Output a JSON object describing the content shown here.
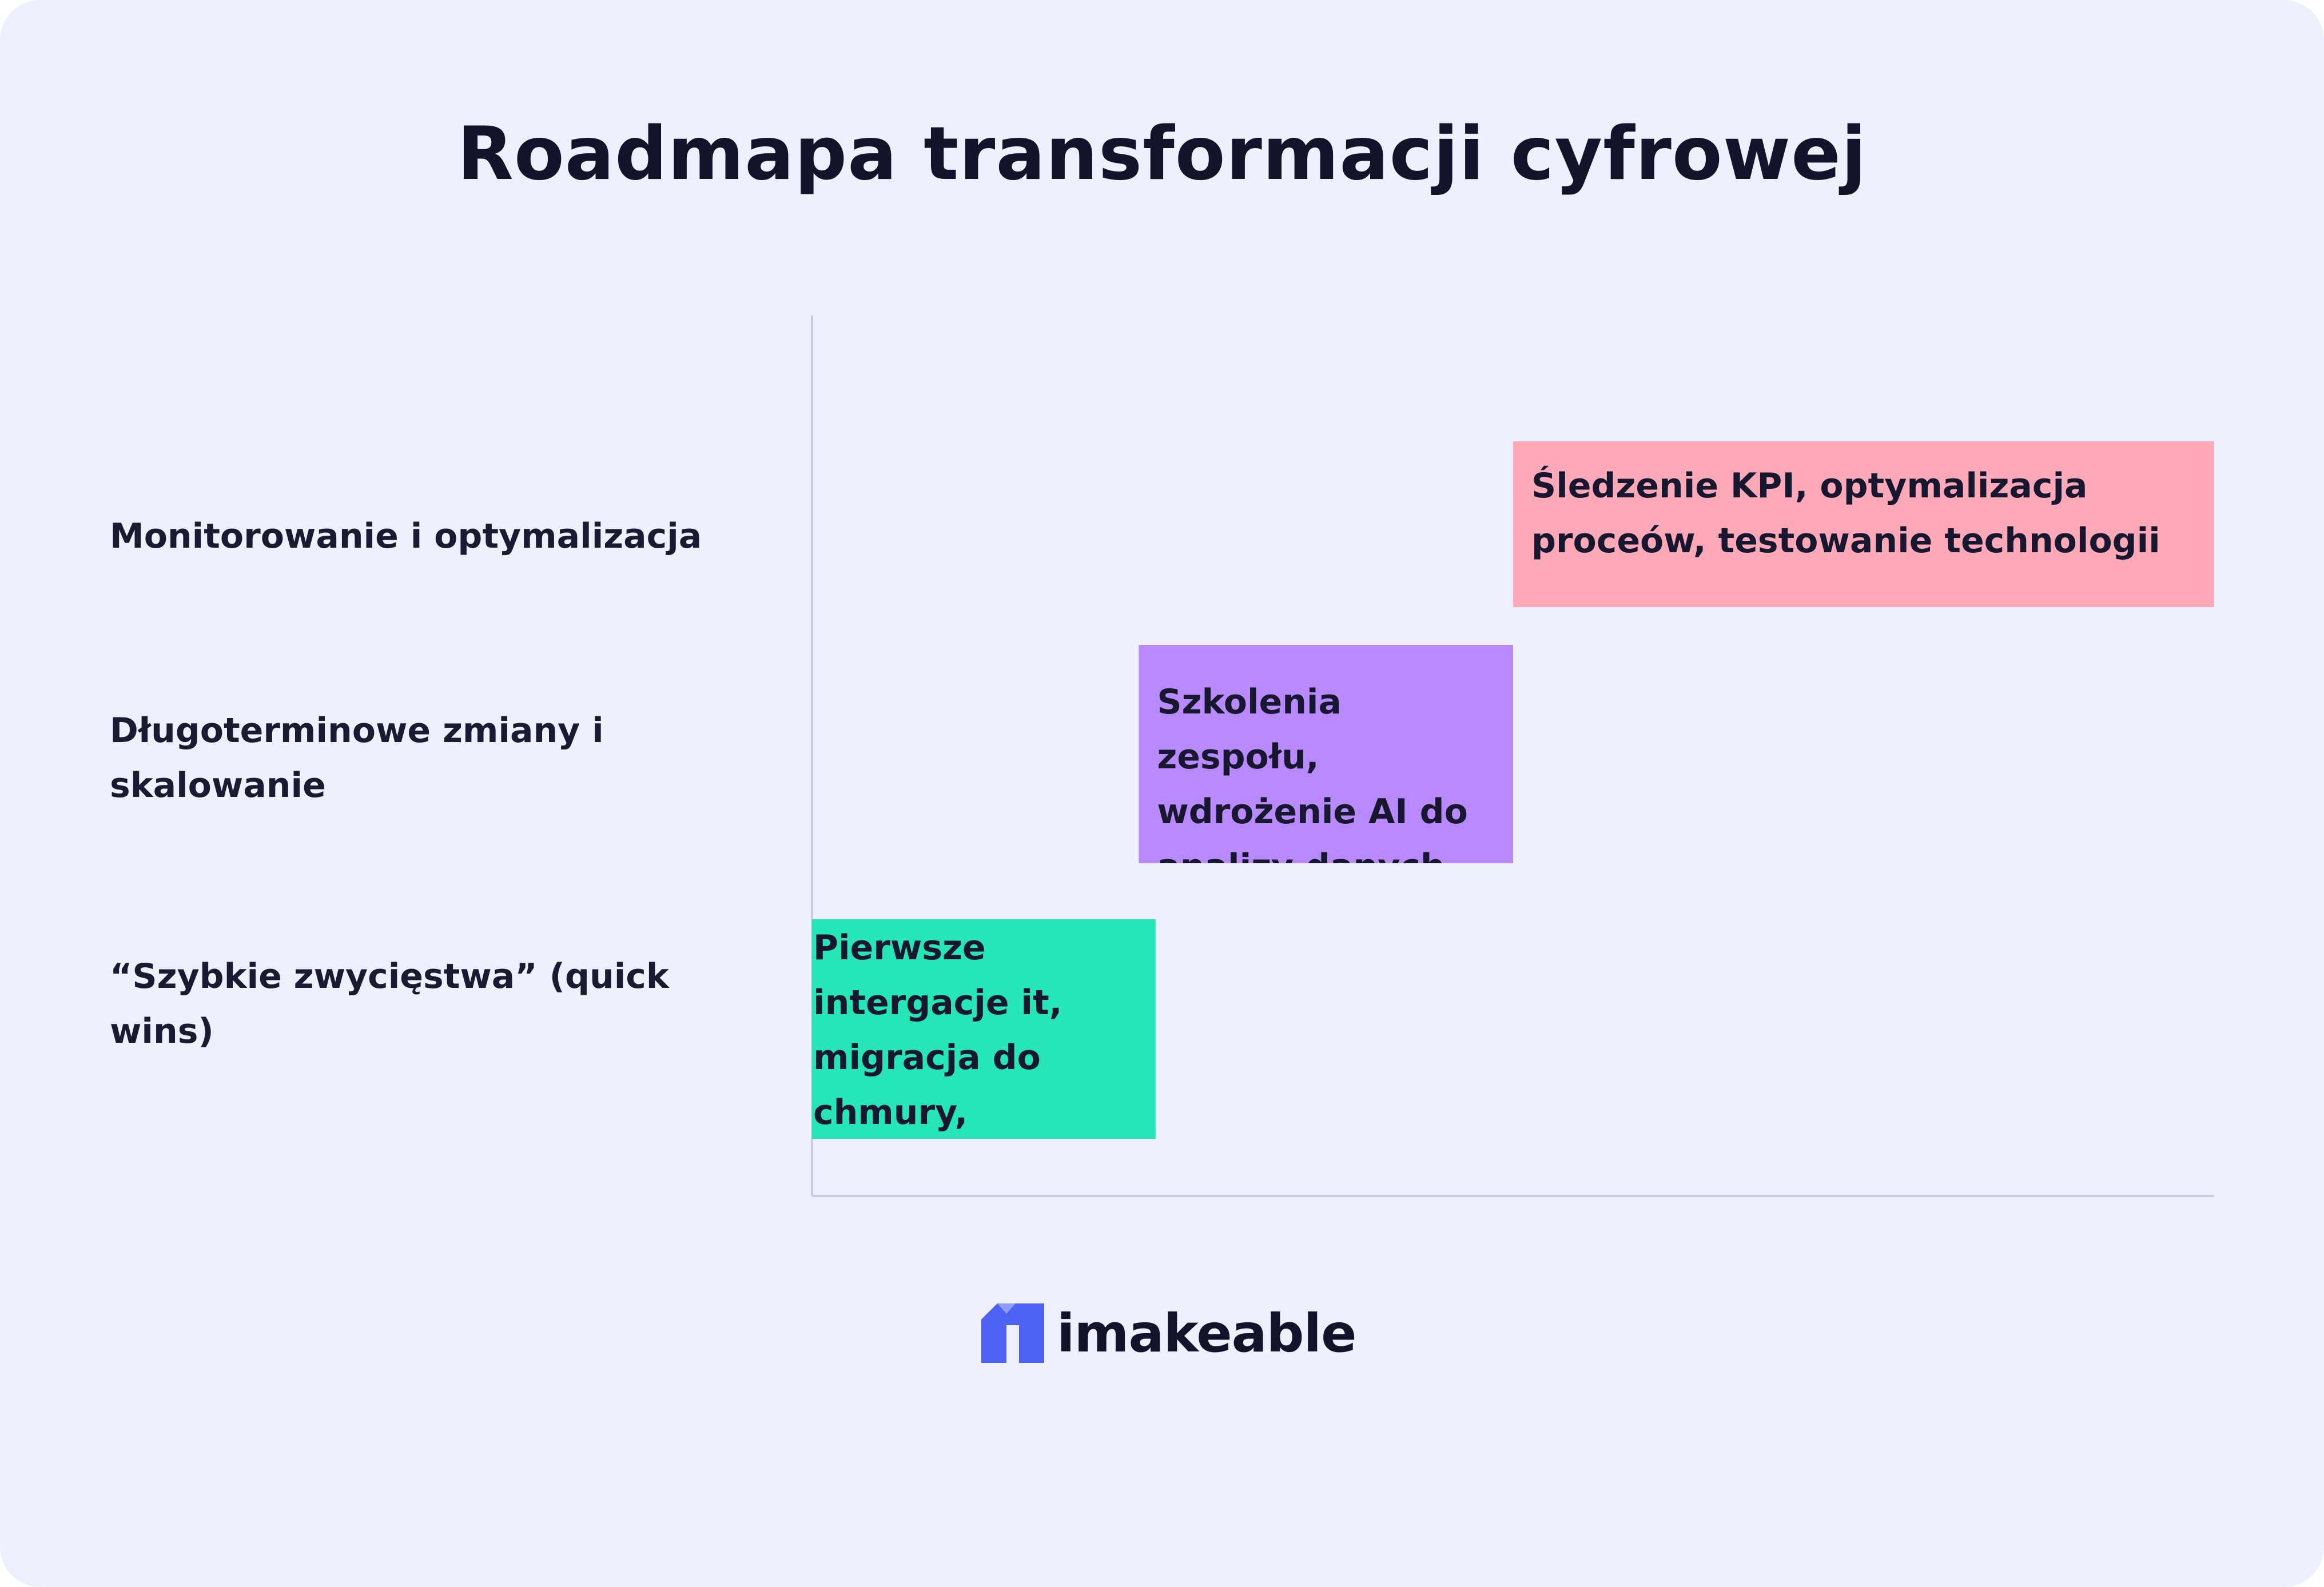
{
  "chart_data": {
    "type": "bar",
    "orientation": "horizontal",
    "title": "Roadmapa transformacji cyfrowej",
    "xlabel": "",
    "ylabel": "",
    "grid": false,
    "categories": [
      "Monitorowanie i optymalizacja",
      "Długoterminowe zmiany i skalowanie",
      "“Szybkie zwycięstwa” (quick wins)"
    ],
    "xlim": [
      0,
      100
    ],
    "series": [
      {
        "values": [
          {
            "category": "Monitorowanie i optymalizacja",
            "start": 50,
            "end": 100,
            "text": "Śledzenie KPI, optymalizacja proceów, testowanie technologii",
            "color": "#ffa9b8"
          },
          {
            "category": "Długoterminowe zmiany i skalowanie",
            "start": 23.3,
            "end": 50,
            "text": "Szkolenia zespołu, wdrożenie AI do analizy danych,",
            "color": "#b98aff"
          },
          {
            "category": "“Szybkie zwycięstwa” (quick wins)",
            "start": 0,
            "end": 24.5,
            "text": "Pierwsze intergacje it, migracja do chmury, chatboty",
            "color": "#26e5b7"
          }
        ]
      }
    ],
    "axis_color": "#c9cbe6"
  },
  "brand": {
    "name": "imakeable",
    "logo_icon": "imakeable-logo-icon",
    "accent": "#4d61f4"
  }
}
